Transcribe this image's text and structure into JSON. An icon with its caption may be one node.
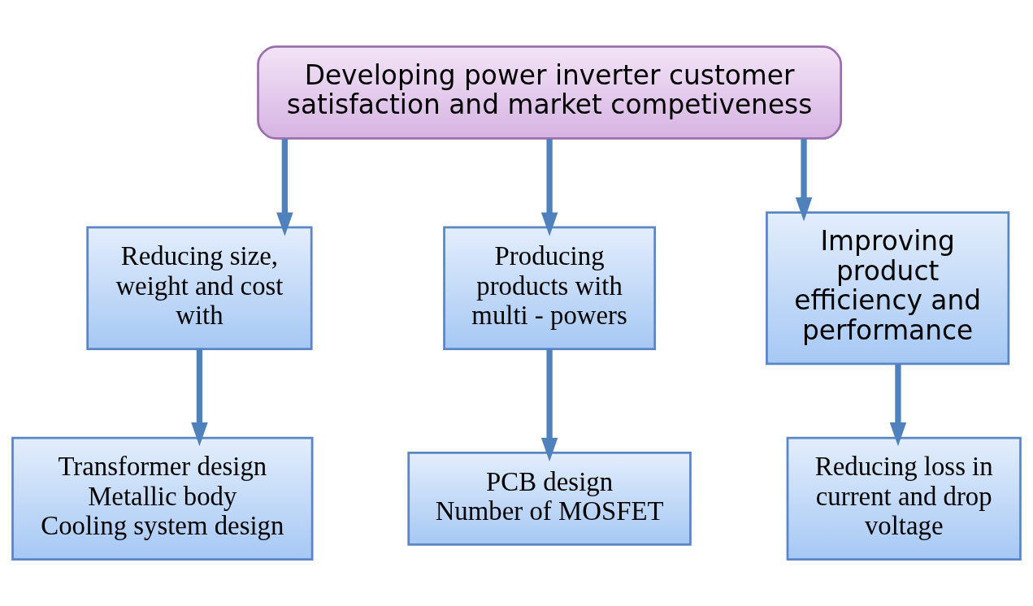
{
  "diagram": {
    "nodes": [
      {
        "text": [
          "Developing power inverter customer satisfaction and market competiveness"
        ]
      },
      {
        "text": [
          "Reducing size, weight and cost with"
        ]
      },
      {
        "text": [
          "Producing products with multi - powers"
        ]
      },
      {
        "text": [
          "Improving product efficiency and performance"
        ]
      },
      {
        "text": [
          "Transformer design",
          "Metallic body",
          "Cooling system design"
        ]
      },
      {
        "text": [
          "PCB design",
          "Number of MOSFET"
        ]
      },
      {
        "text": [
          "Reducing loss in current and drop voltage"
        ]
      }
    ],
    "edges": [
      {
        "from": 0,
        "to": 1,
        "arrow": "to"
      },
      {
        "from": 0,
        "to": 2,
        "arrow": "to"
      },
      {
        "from": 0,
        "to": 3,
        "arrow": "to"
      },
      {
        "from": 1,
        "to": 4,
        "arrow": "to"
      },
      {
        "from": 2,
        "to": 5,
        "arrow": "to"
      },
      {
        "from": 3,
        "to": 6,
        "arrow": "to"
      }
    ]
  }
}
